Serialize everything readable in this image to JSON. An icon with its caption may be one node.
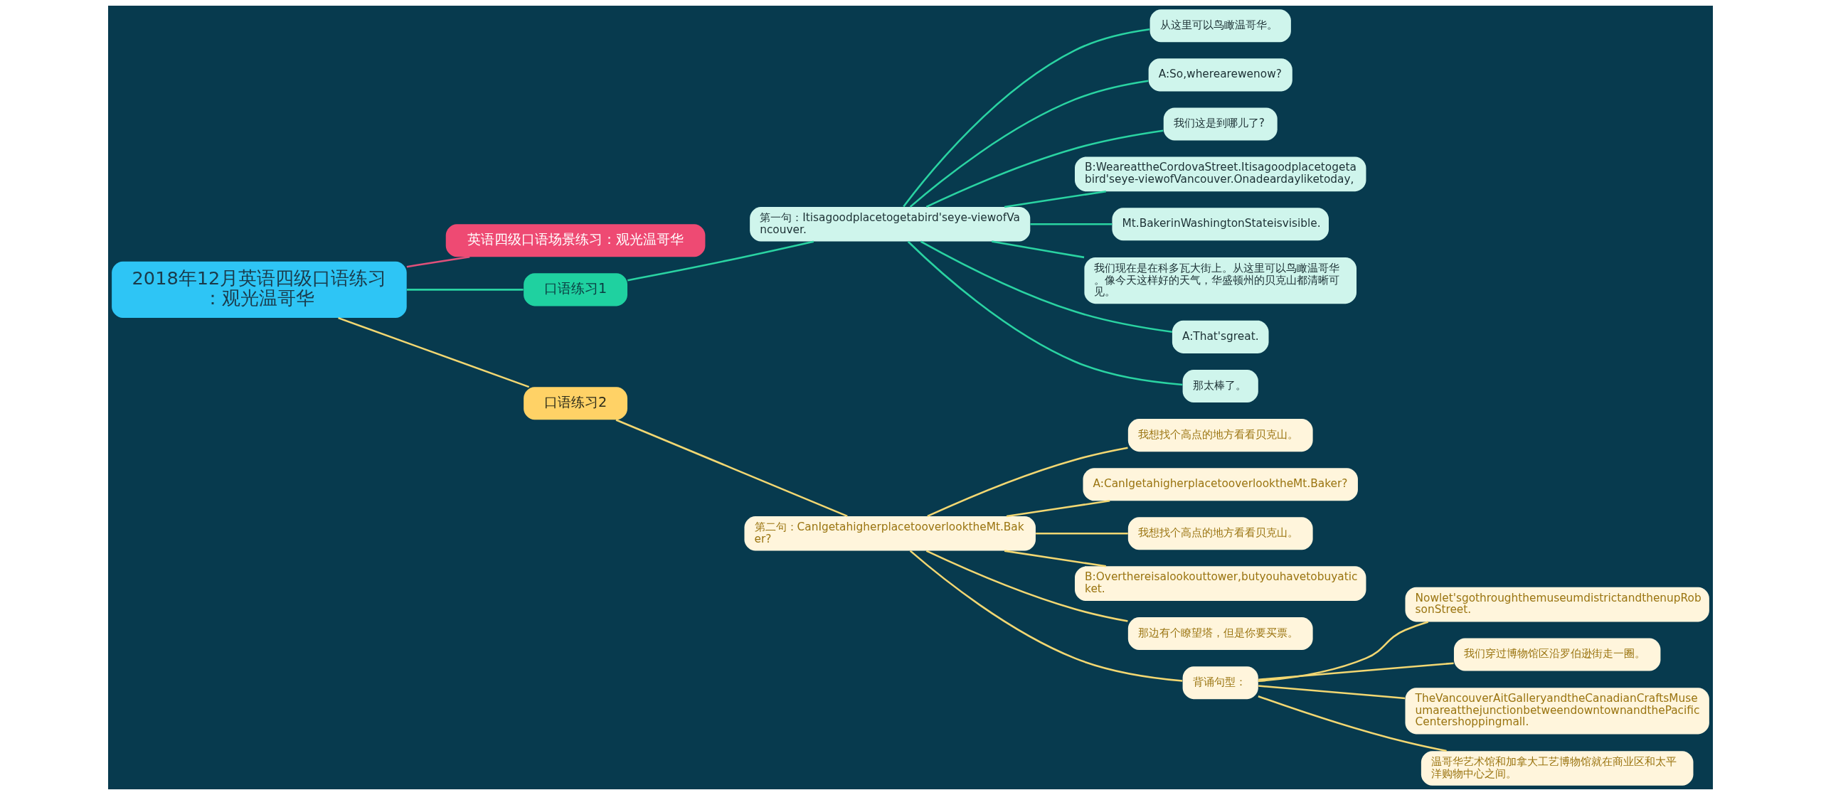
{
  "diagram": {
    "nodes": [
      {
        "text": [
          "2018年12月英语四级口语练习：观光温哥华"
        ]
      },
      {
        "text": [
          "英语四级口语场景练习：观光温哥华"
        ]
      },
      {
        "text": [
          "口语练习1"
        ]
      },
      {
        "text": [
          "第一句：Itisagoodplacetogetabird'seye-viewofVancouver."
        ]
      },
      {
        "text": [
          "从这里可以鸟瞰温哥华。"
        ]
      },
      {
        "text": [
          "A:So,wherearewenow?"
        ]
      },
      {
        "text": [
          "我们这是到哪儿了?"
        ]
      },
      {
        "text": [
          "B:WeareattheCordovaStreet.Itisagoodplacetogetabird'seye-viewofVancouver.Onadeardayliketoday,"
        ]
      },
      {
        "text": [
          "Mt.BakerinWashingtonStateisvisible."
        ]
      },
      {
        "text": [
          "我们现在是在科多瓦大街上。从这里可以鸟瞰温哥华。像今天这样好的天气，华盛顿州的贝克山都清晰可见。"
        ]
      },
      {
        "text": [
          "A:That'sgreat."
        ]
      },
      {
        "text": [
          "那太棒了。"
        ]
      },
      {
        "text": [
          "口语练习2"
        ]
      },
      {
        "text": [
          "第二句：CanIgetahigherplacetooverlooktheMt.Baker?"
        ]
      },
      {
        "text": [
          "我想找个高点的地方看看贝克山。"
        ]
      },
      {
        "text": [
          "A:CanIgetahigherplacetooverlooktheMt.Baker?"
        ]
      },
      {
        "text": [
          "我想找个高点的地方看看贝克山。"
        ]
      },
      {
        "text": [
          "B:Overthereisalookouttower,butyouhavetobuyaticket."
        ]
      },
      {
        "text": [
          "那边有个瞭望塔，但是你要买票。"
        ]
      },
      {
        "text": [
          "背诵句型："
        ]
      },
      {
        "text": [
          "Nowlet'sgothroughthemuseumdistrictandthenupRobsonStreet."
        ]
      },
      {
        "text": [
          "我们穿过博物馆区沿罗伯逊街走一圈。"
        ]
      },
      {
        "text": [
          "TheVancouverAitGalleryandtheCanadianCraftsMuseumareatthejunctionbetweendowntownandthePacificCentershoppingmall."
        ]
      },
      {
        "text": [
          "温哥华艺术馆和加拿大工艺博物馆就在商业区和太平洋购物中心之间。"
        ]
      }
    ],
    "edges": [
      {
        "from": 0,
        "to": 1,
        "arrow": "none",
        "color": "#e0507a"
      },
      {
        "from": 0,
        "to": 2,
        "arrow": "none",
        "color": "#2ad3a2"
      },
      {
        "from": 2,
        "to": 3,
        "arrow": "none",
        "color": "#2ad3a2"
      },
      {
        "from": 3,
        "to": 4,
        "arrow": "none",
        "color": "#2ad3a2"
      },
      {
        "from": 3,
        "to": 5,
        "arrow": "none",
        "color": "#2ad3a2"
      },
      {
        "from": 3,
        "to": 6,
        "arrow": "none",
        "color": "#2ad3a2"
      },
      {
        "from": 3,
        "to": 7,
        "arrow": "none",
        "color": "#2ad3a2"
      },
      {
        "from": 3,
        "to": 8,
        "arrow": "none",
        "color": "#2ad3a2"
      },
      {
        "from": 3,
        "to": 9,
        "arrow": "none",
        "color": "#2ad3a2"
      },
      {
        "from": 3,
        "to": 10,
        "arrow": "none",
        "color": "#2ad3a2"
      },
      {
        "from": 3,
        "to": 11,
        "arrow": "none",
        "color": "#2ad3a2"
      },
      {
        "from": 0,
        "to": 12,
        "arrow": "none"
      },
      {
        "from": 12,
        "to": 13,
        "arrow": "none"
      },
      {
        "from": 13,
        "to": 14,
        "arrow": "none"
      },
      {
        "from": 13,
        "to": 15,
        "arrow": "none"
      },
      {
        "from": 13,
        "to": 16,
        "arrow": "none"
      },
      {
        "from": 13,
        "to": 17,
        "arrow": "none"
      },
      {
        "from": 13,
        "to": 18,
        "arrow": "none"
      },
      {
        "from": 13,
        "to": 19,
        "arrow": "none"
      },
      {
        "from": 19,
        "to": 20,
        "arrow": "none"
      },
      {
        "from": 19,
        "to": 21,
        "arrow": "none"
      },
      {
        "from": 19,
        "to": 22,
        "arrow": "none"
      },
      {
        "from": 19,
        "to": 23,
        "arrow": "none"
      }
    ]
  }
}
